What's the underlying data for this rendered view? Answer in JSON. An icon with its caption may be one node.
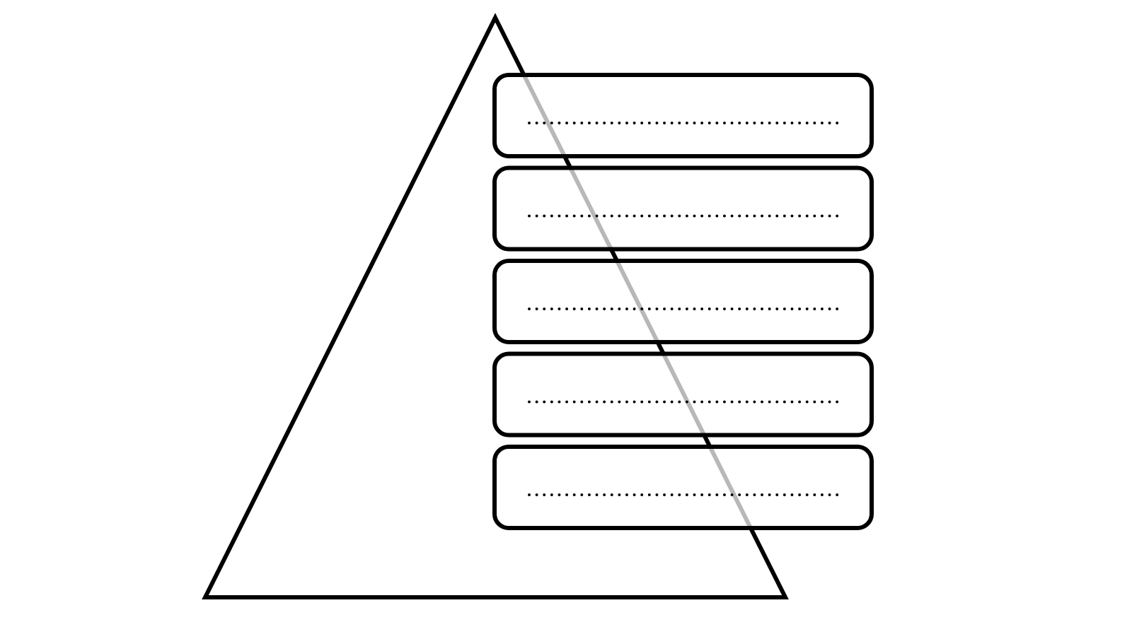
{
  "diagram": {
    "nodes": [
      {
        "text": [],
        "shape": "triangle"
      },
      {
        "text": [],
        "shape": "box"
      },
      {
        "text": [],
        "shape": "box"
      },
      {
        "text": [],
        "shape": "box"
      },
      {
        "text": [],
        "shape": "box"
      },
      {
        "text": [],
        "shape": "box"
      }
    ]
  }
}
